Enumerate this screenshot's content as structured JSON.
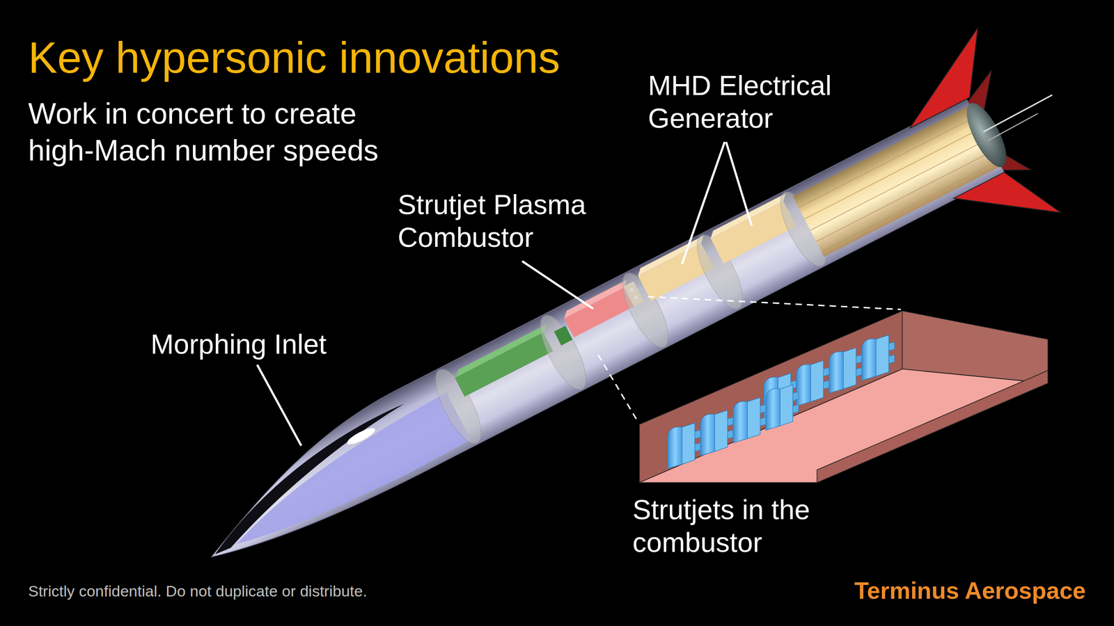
{
  "diagram": {
    "title": "Key hypersonic innovations",
    "labels": [
      "Work in concert to create high-Mach number speeds",
      "MHD Electrical Generator",
      "Strutjet Plasma Combustor",
      "Morphing Inlet",
      "Strutjets in the combustor",
      "Strictly confidential. Do not duplicate or distribute.",
      "Terminus Aerospace"
    ]
  }
}
